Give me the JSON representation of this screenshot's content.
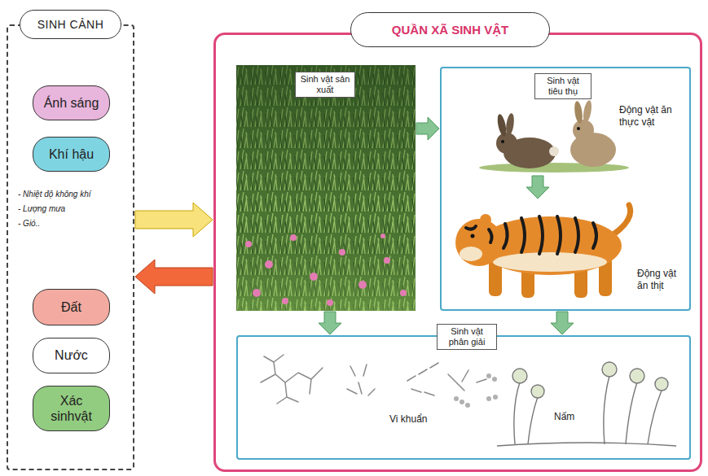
{
  "diagram": {
    "nodes": [
      {
        "text": [
          "SINH CẢNH"
        ]
      },
      {
        "text": [
          "Ánh sáng"
        ],
        "in": 0
      },
      {
        "text": [
          "Khí hậu"
        ],
        "in": 0
      },
      {
        "text": [
          "Đất"
        ],
        "in": 0
      },
      {
        "text": [
          "Nước"
        ],
        "in": 0
      },
      {
        "text": [
          "Xác sinhvật"
        ],
        "in": 0
      },
      {
        "text": [
          "QUẦN XÃ SINH VẬT"
        ]
      },
      {
        "text": [
          "Sinh vật sản xuất"
        ],
        "in": 6
      },
      {
        "text": [
          "Sinh vật tiêu thụ"
        ],
        "in": 6
      },
      {
        "text": [
          "Động vật ăn thực vật"
        ],
        "in": 8
      },
      {
        "text": [
          "Động vật ăn thịt"
        ],
        "in": 8
      },
      {
        "text": [
          "Sinh vật phân giải"
        ],
        "in": 6
      }
    ],
    "edges": [
      {
        "from": 0,
        "to": 6,
        "arrow": "to"
      },
      {
        "from": 6,
        "to": 0,
        "arrow": "to"
      },
      {
        "from": 7,
        "to": 8,
        "arrow": "to"
      },
      {
        "from": 9,
        "to": 10,
        "arrow": "to"
      },
      {
        "from": 7,
        "to": 11,
        "arrow": "to"
      },
      {
        "from": 8,
        "to": 11,
        "arrow": "to"
      }
    ],
    "labels": [
      "- Nhiệt độ không khí",
      "- Lượng mưa",
      "- Gió..",
      "Vi khuẩn",
      "Nấm"
    ]
  }
}
